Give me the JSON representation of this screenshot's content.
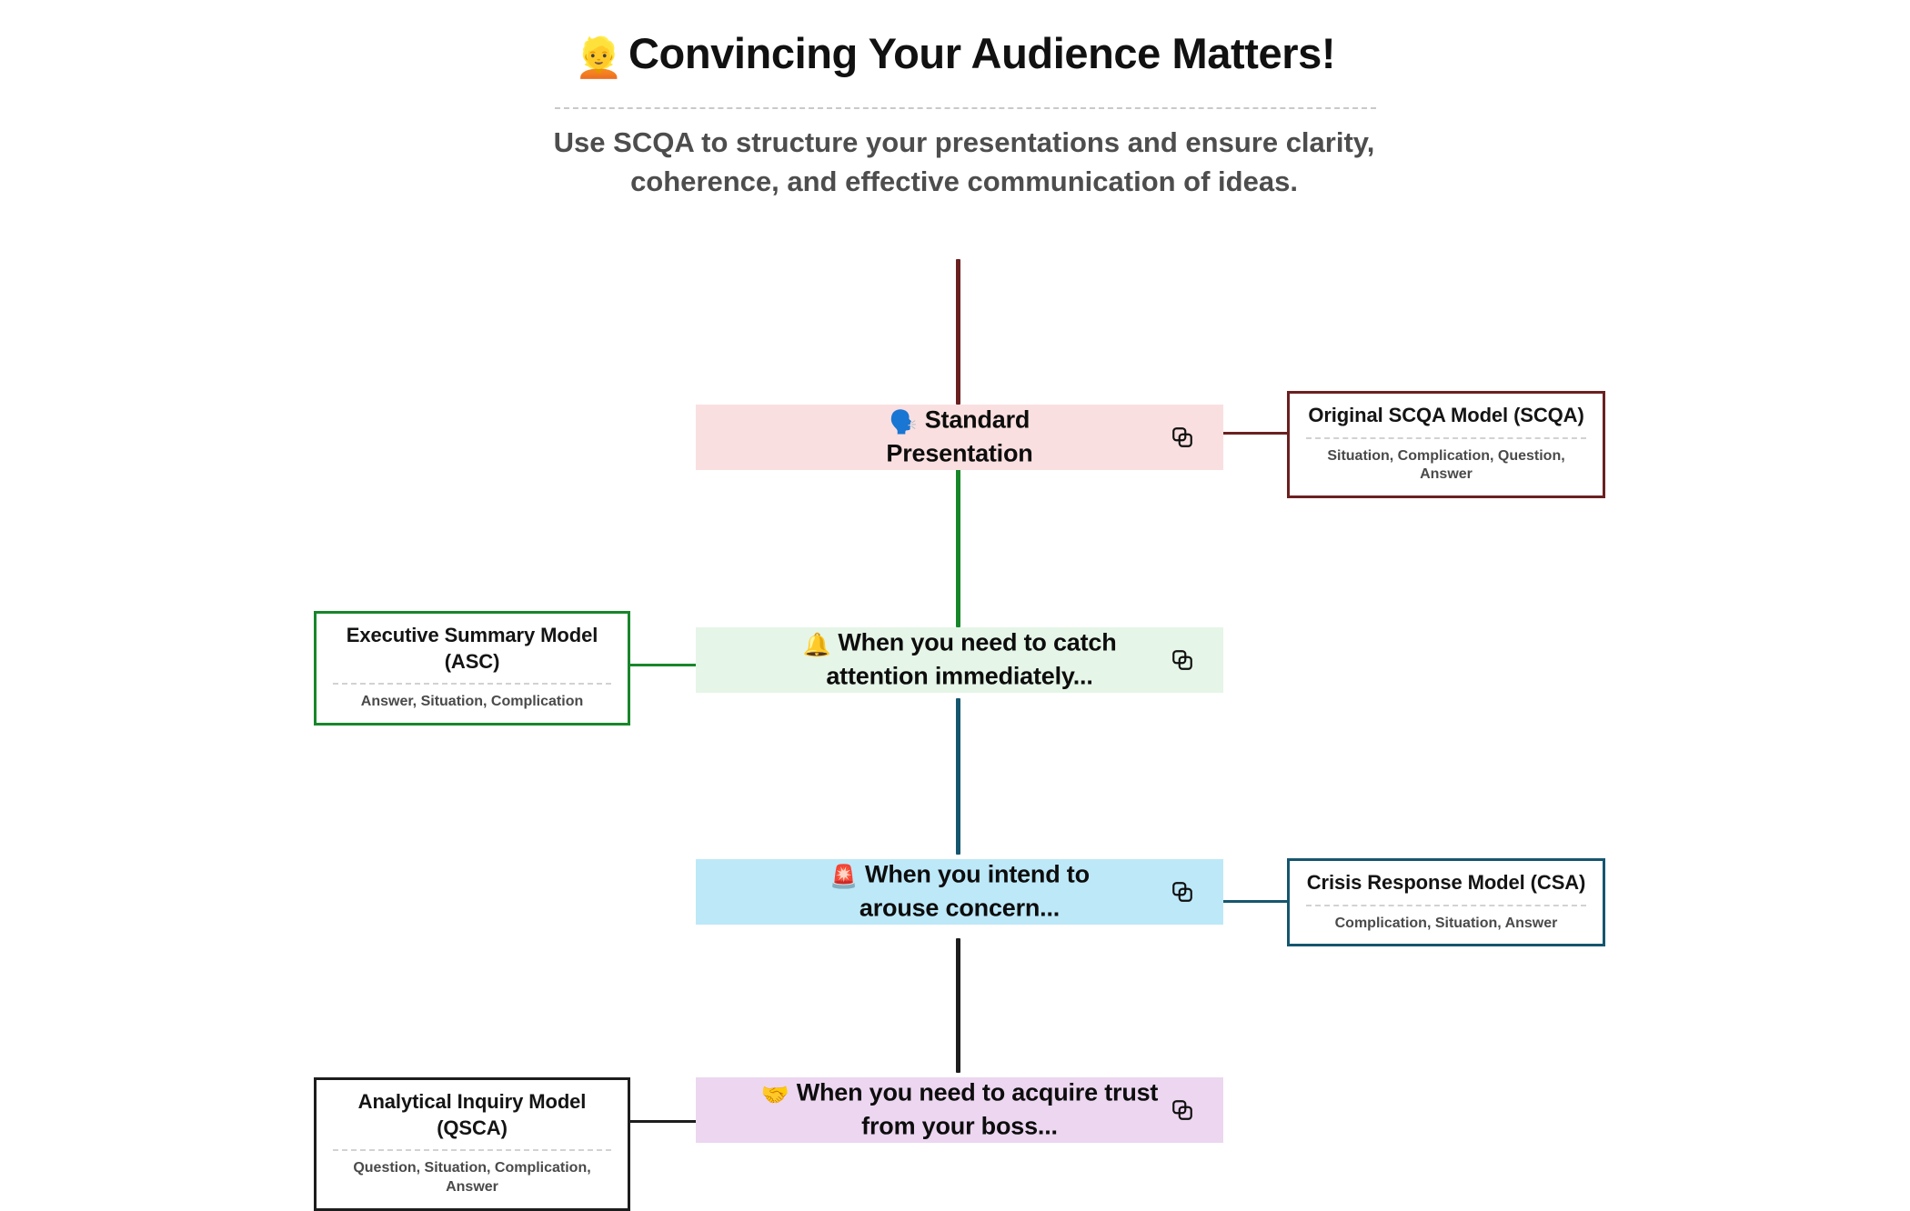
{
  "header": {
    "emoji": "👱",
    "title": "Convincing Your Audience Matters!",
    "subtitle": "Use SCQA to structure your presentations and ensure clarity, coherence, and effective communication of ideas."
  },
  "colors": {
    "maroon": "#6b2020",
    "green": "#17862a",
    "teal": "#15566e",
    "black": "#1d1d1d",
    "node_pink_bg": "#fadfe0",
    "node_green_bg": "#e5f5e7",
    "node_blue_bg": "#bde8f8",
    "node_purple_bg": "#ecd6f0"
  },
  "flow": {
    "copy_icon_name": "copy-icon",
    "nodes": [
      {
        "id": "standard-presentation",
        "emoji": "🗣️",
        "label": "Standard\nPresentation",
        "bg": "#fadfe0",
        "accent": "#6b2020",
        "side": "right"
      },
      {
        "id": "catch-attention",
        "emoji": "🔔",
        "label": "When you need to catch\nattention immediately...",
        "bg": "#e5f5e7",
        "accent": "#17862a",
        "side": "left"
      },
      {
        "id": "arouse-concern",
        "emoji": "🚨",
        "label": "When you intend to\narouse concern...",
        "bg": "#bde8f8",
        "accent": "#15566e",
        "side": "right"
      },
      {
        "id": "acquire-trust",
        "emoji": "🤝",
        "label": "When you need to acquire trust\nfrom your boss...",
        "bg": "#ecd6f0",
        "accent": "#1d1d1d",
        "side": "left"
      }
    ],
    "cards": [
      {
        "id": "original-scqa",
        "title": "Original SCQA Model (SCQA)",
        "sub": "Situation, Complication, Question, Answer",
        "border": "#6b2020"
      },
      {
        "id": "executive-summary",
        "title": "Executive Summary Model (ASC)",
        "sub": "Answer, Situation, Complication",
        "border": "#17862a"
      },
      {
        "id": "crisis-response",
        "title": "Crisis Response Model (CSA)",
        "sub": "Complication, Situation, Answer",
        "border": "#15566e"
      },
      {
        "id": "analytical-inquiry",
        "title": "Analytical Inquiry Model (QSCA)",
        "sub": "Question, Situation, Complication, Answer",
        "border": "#1d1d1d"
      }
    ]
  }
}
